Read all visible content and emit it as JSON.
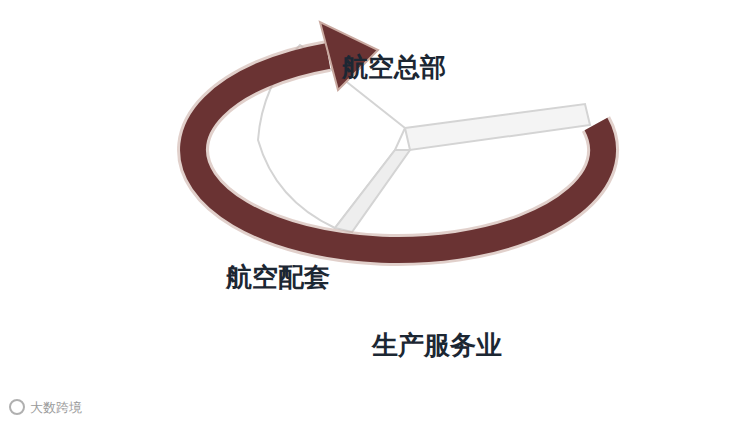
{
  "diagram": {
    "nodes": [
      {
        "text": [
          "航空总部"
        ]
      },
      {
        "text": [
          "航空配套"
        ]
      },
      {
        "text": [
          "生产服务业"
        ]
      }
    ],
    "labels": [
      "大数跨境"
    ]
  }
}
